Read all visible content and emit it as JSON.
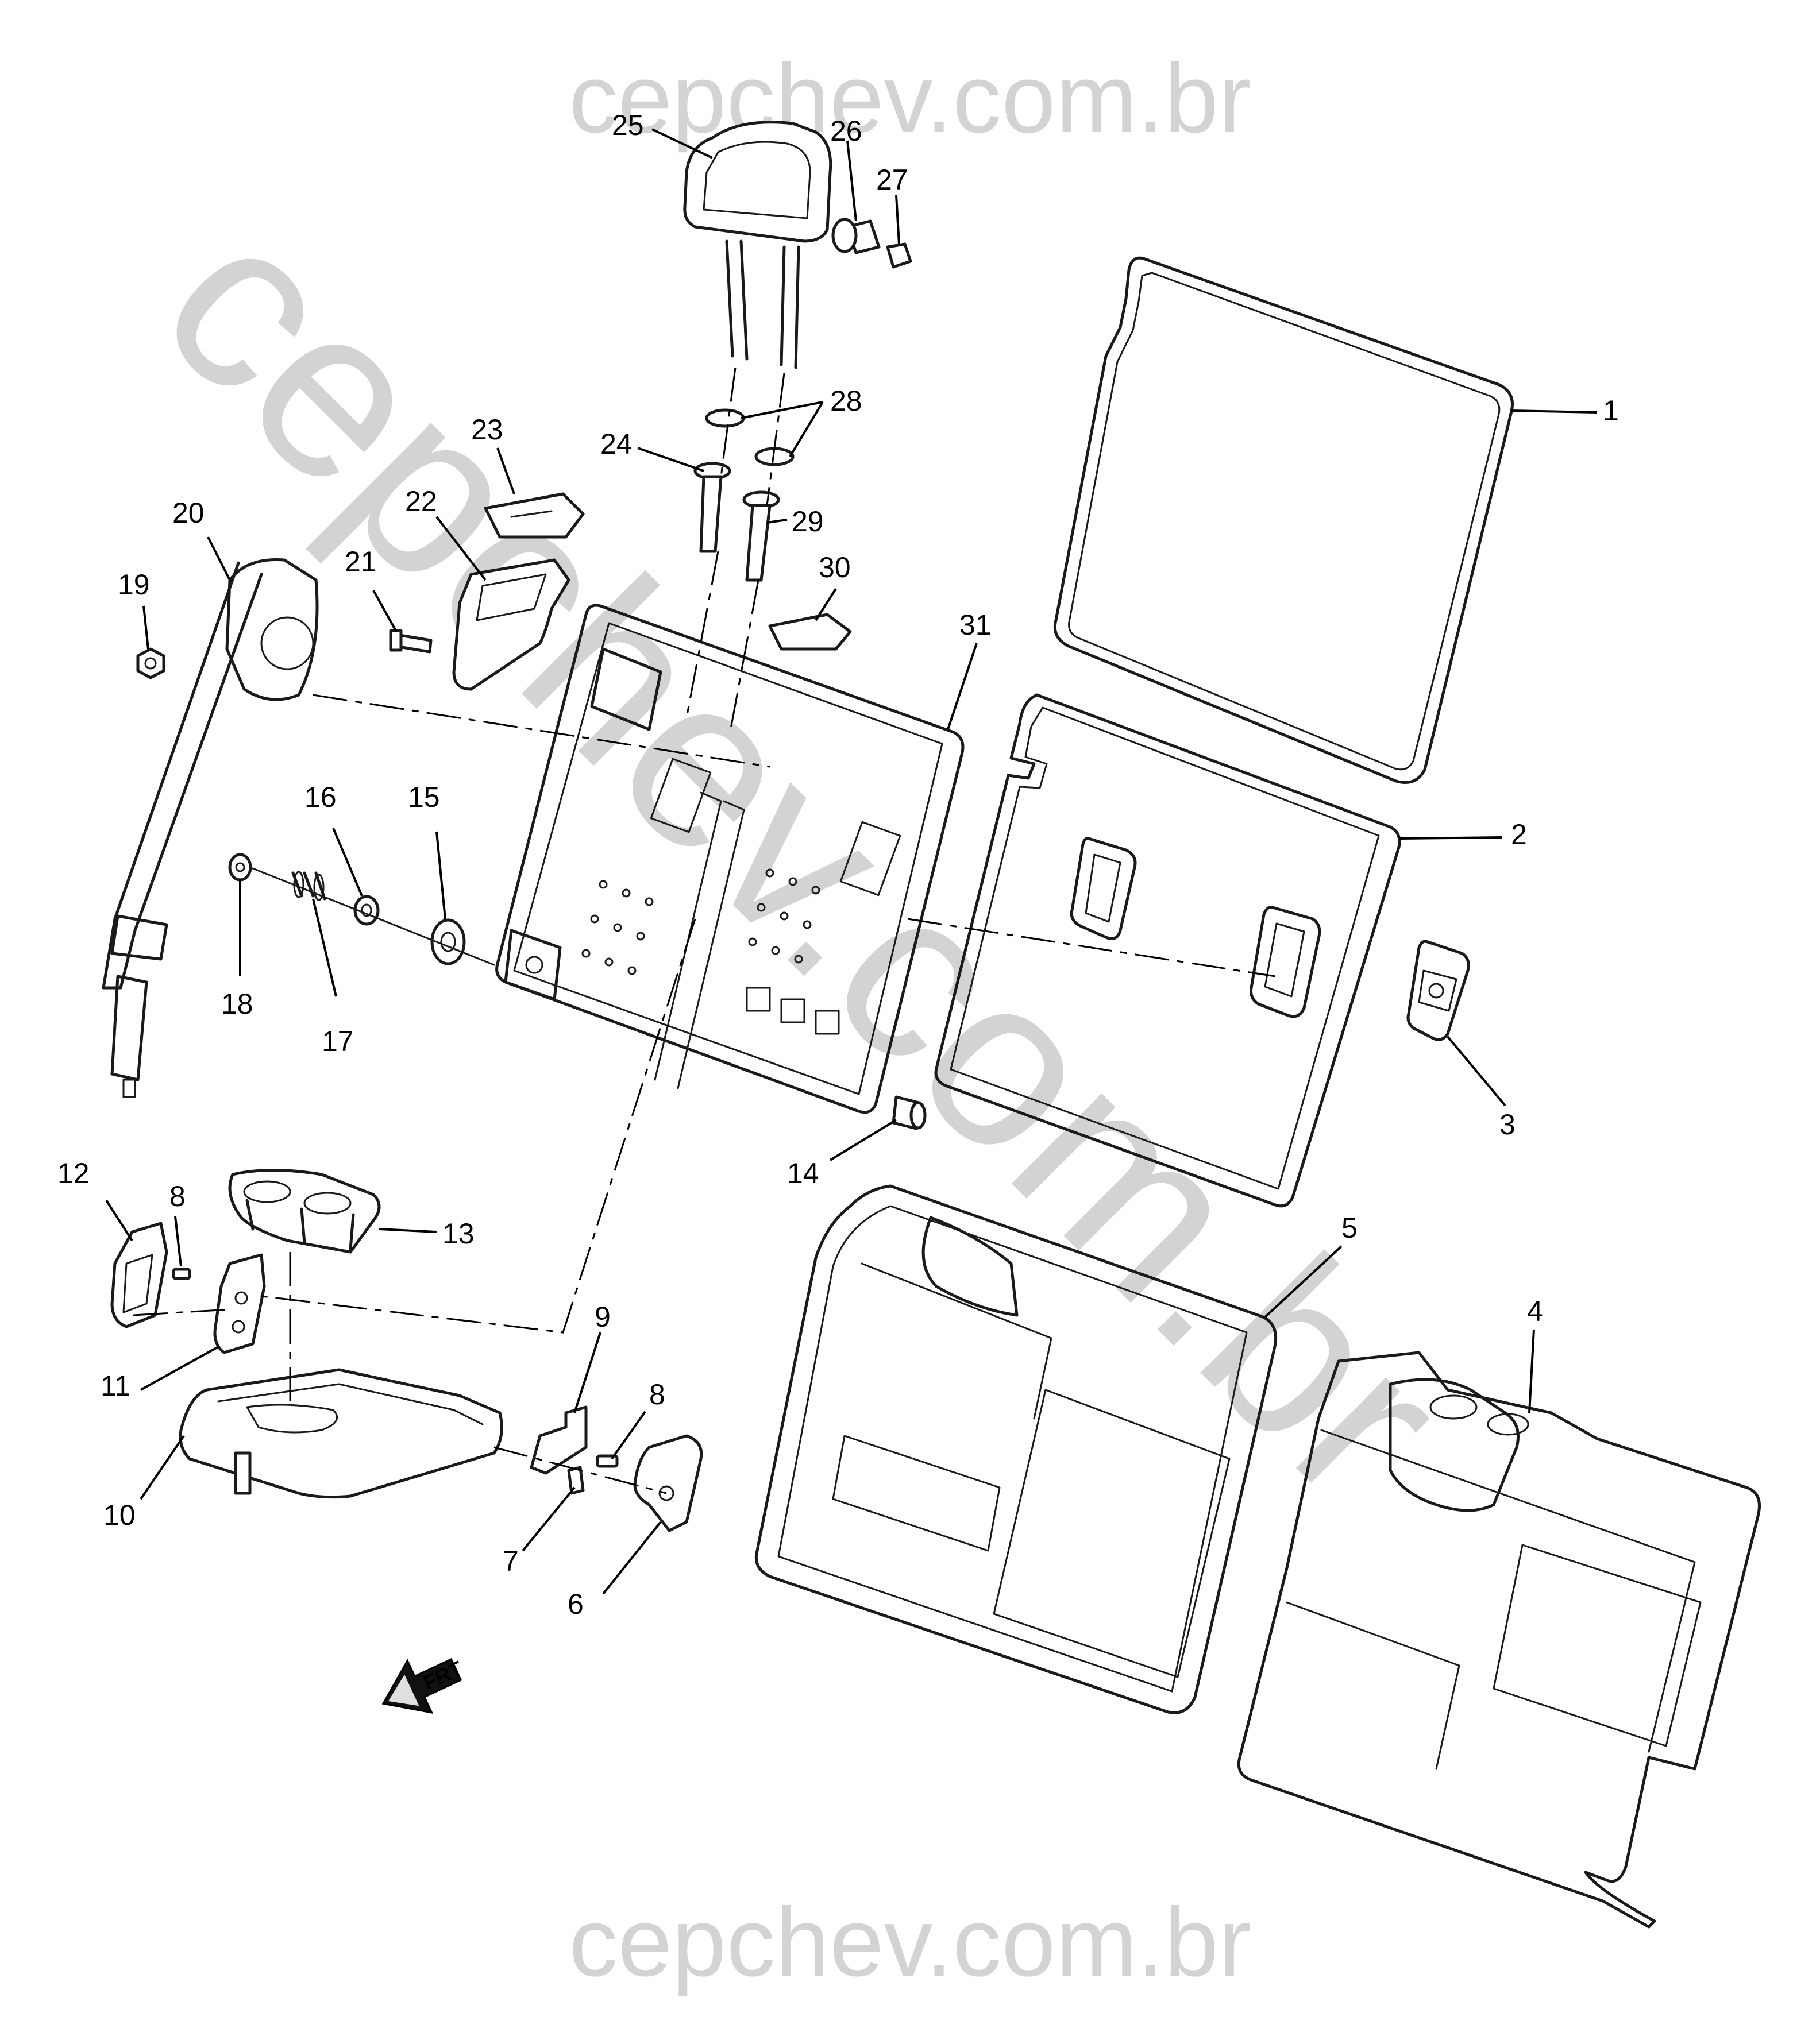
{
  "watermark": {
    "top": "cepchev.com.br",
    "bottom": "cepchev.com.br",
    "diagonal": "cepchev.com.br"
  },
  "direction_indicator": "FRT",
  "callouts": [
    {
      "id": "1",
      "label": "1"
    },
    {
      "id": "2",
      "label": "2"
    },
    {
      "id": "3",
      "label": "3"
    },
    {
      "id": "4",
      "label": "4"
    },
    {
      "id": "5",
      "label": "5"
    },
    {
      "id": "6",
      "label": "6"
    },
    {
      "id": "7",
      "label": "7"
    },
    {
      "id": "8a",
      "label": "8"
    },
    {
      "id": "8b",
      "label": "8"
    },
    {
      "id": "9",
      "label": "9"
    },
    {
      "id": "10",
      "label": "10"
    },
    {
      "id": "11",
      "label": "11"
    },
    {
      "id": "12",
      "label": "12"
    },
    {
      "id": "13",
      "label": "13"
    },
    {
      "id": "14",
      "label": "14"
    },
    {
      "id": "15",
      "label": "15"
    },
    {
      "id": "16",
      "label": "16"
    },
    {
      "id": "17",
      "label": "17"
    },
    {
      "id": "18",
      "label": "18"
    },
    {
      "id": "19",
      "label": "19"
    },
    {
      "id": "20",
      "label": "20"
    },
    {
      "id": "21",
      "label": "21"
    },
    {
      "id": "22",
      "label": "22"
    },
    {
      "id": "23",
      "label": "23"
    },
    {
      "id": "24",
      "label": "24"
    },
    {
      "id": "25",
      "label": "25"
    },
    {
      "id": "26",
      "label": "26"
    },
    {
      "id": "27",
      "label": "27"
    },
    {
      "id": "28",
      "label": "28"
    },
    {
      "id": "29",
      "label": "29"
    },
    {
      "id": "30",
      "label": "30"
    },
    {
      "id": "31",
      "label": "31"
    }
  ]
}
